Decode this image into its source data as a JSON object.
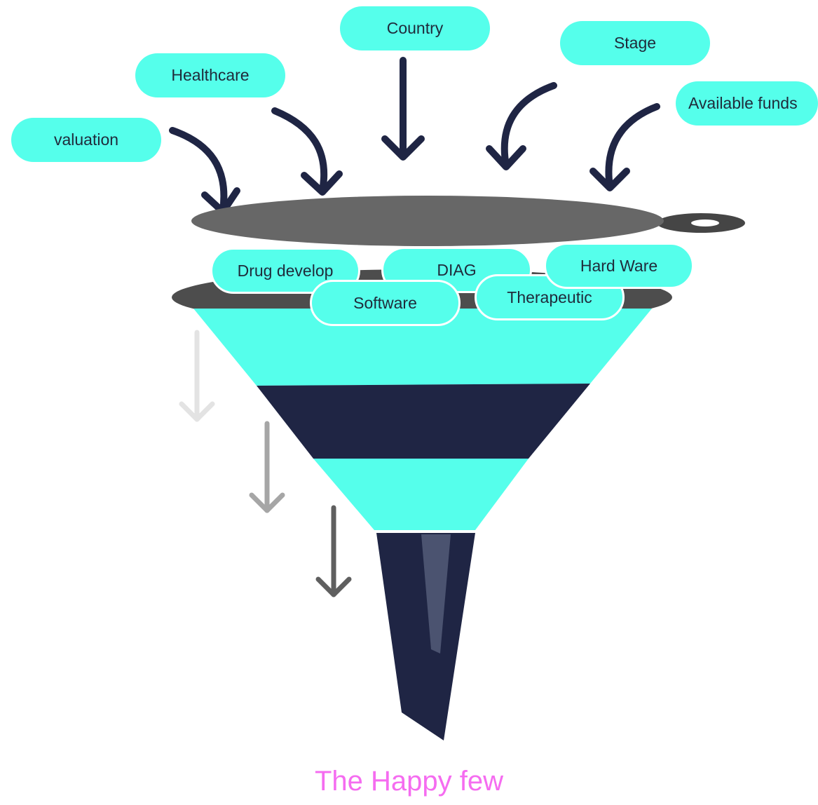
{
  "colors": {
    "pill": "#55FFEB",
    "funnel_teal": "#55FFEB",
    "funnel_navy": "#1F2544",
    "disk_gray": "#676767",
    "rim_gray": "#4d4d4d",
    "caption": "#F56CF0"
  },
  "criteria": {
    "valuation": "valuation",
    "healthcare": "Healthcare",
    "country": "Country",
    "stage": "Stage",
    "available_funds": "Available funds"
  },
  "sectors": {
    "drug_develop": "Drug develop",
    "diag": "DIAG",
    "hard_ware": "Hard Ware",
    "software": "Software",
    "therapeutic": "Therapeutic"
  },
  "caption": "The Happy few"
}
